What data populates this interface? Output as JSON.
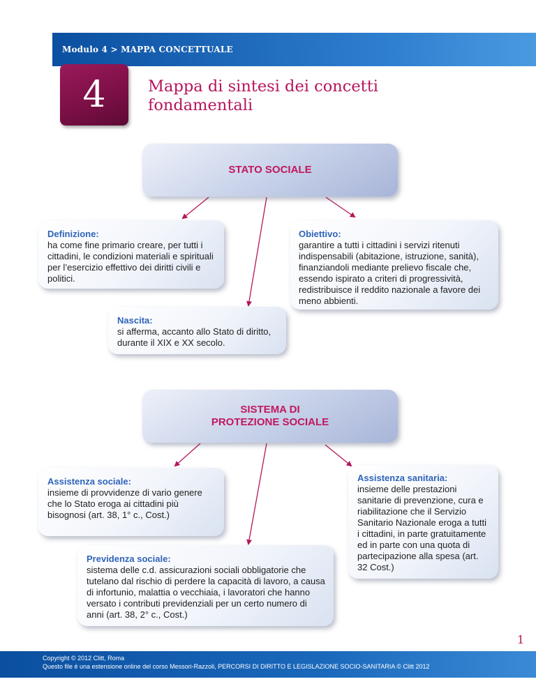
{
  "header": {
    "breadcrumb": "Modulo 4 > MAPPA CONCETTUALE",
    "module_number": "4",
    "title": "Mappa di sintesi dei concetti fondamentali"
  },
  "section1": {
    "heading": "STATO SOCIALE",
    "definizione": {
      "title": "Definizione:",
      "text": "ha come fine primario creare, per tutti i cittadini, le condizioni materiali e spirituali per l’esercizio effettivo dei diritti civili e politici."
    },
    "obiettivo": {
      "title": "Obiettivo:",
      "text": "garantire a tutti i cittadini i servizi ritenuti indispensabili (abitazione, istruzione, sanità), finanziandoli mediante prelievo fiscale che, essendo ispirato a criteri di progressività, redistribuisce il reddito nazionale a favore dei meno abbienti."
    },
    "nascita": {
      "title": "Nascita:",
      "text": "si afferma, accanto allo Stato di diritto, durante il XIX e XX secolo."
    }
  },
  "section2": {
    "heading_line1": "SISTEMA DI",
    "heading_line2": "PROTEZIONE SOCIALE",
    "assistenza_sociale": {
      "title": "Assistenza sociale:",
      "text": "insieme di provvidenze di vario genere che lo Stato eroga ai cittadini più bisognosi (art. 38, 1° c., Cost.)"
    },
    "assistenza_sanitaria": {
      "title": "Assistenza sanitaria:",
      "text": "insieme delle prestazioni sanitarie di prevenzione, cura e riabilitazione che il Servizio Sanitario Nazionale eroga a tutti i cittadini, in parte gratuitamente ed in parte con una quota di partecipazione alla spesa (art. 32 Cost.)"
    },
    "previdenza_sociale": {
      "title": "Previdenza sociale:",
      "text": "sistema delle c.d. assicurazioni sociali obbligatorie che tutelano dal rischio di perdere la capacità di lavoro, a causa di infortunio, malattia o vecchiaia, i lavoratori che hanno versato i contributi previdenziali per un certo numero di anni (art. 38, 2° c., Cost.)"
    }
  },
  "footer": {
    "page_number": "1",
    "copyright": "Copyright © 2012 Clitt, Roma",
    "note": "Questo file è una estensione online del corso Messori-Razzoli, PERCORSI DI DIRITTO E LEGISLAZIONE SOCIO-SANITARIA  © Clitt 2012"
  },
  "colors": {
    "accent": "#b5155b",
    "heading_blue": "#2f63b8",
    "bar_blue": "#0b4fa0"
  }
}
